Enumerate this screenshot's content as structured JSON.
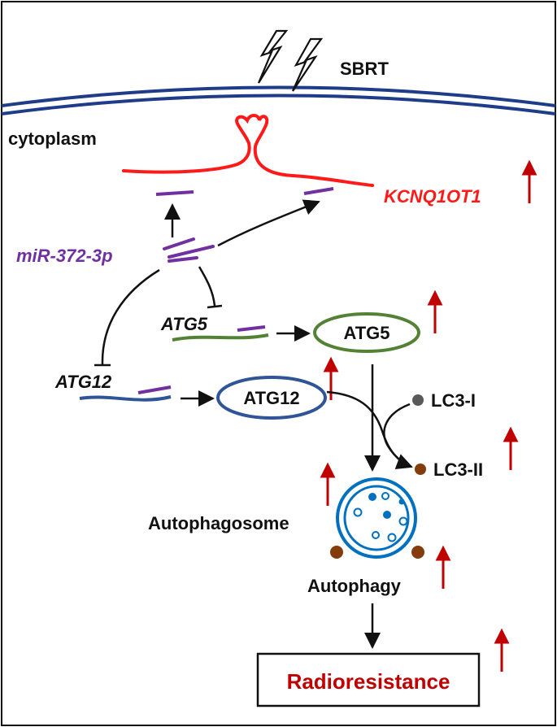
{
  "labels": {
    "sbrt": "SBRT",
    "cytoplasm": "cytoplasm",
    "kcnq1ot1": "KCNQ1OT1",
    "mirna": "miR-372-3p",
    "atg5_gene": "ATG5",
    "atg5_protein": "ATG5",
    "atg12_gene": "ATG12",
    "atg12_protein": "ATG12",
    "lc3_i": "LC3-I",
    "lc3_ii": "LC3-II",
    "autophagosome": "Autophagosome",
    "autophagy": "Autophagy",
    "radioresistance": "Radioresistance"
  },
  "colors": {
    "membrane": "#1f3c88",
    "lncrna": "#ff1a1a",
    "mirna": "#7030a0",
    "atg5": "#548235",
    "atg12": "#2f5597",
    "autophagosome": "#0070c0",
    "lc3_i": "#595959",
    "lc3_ii": "#843c0c",
    "up_arrow": "#c00000",
    "radioresistance": "#c00000"
  },
  "upregulated": [
    "KCNQ1OT1",
    "ATG5",
    "ATG12",
    "LC3-II",
    "Autophagosome",
    "Autophagy",
    "Radioresistance"
  ]
}
